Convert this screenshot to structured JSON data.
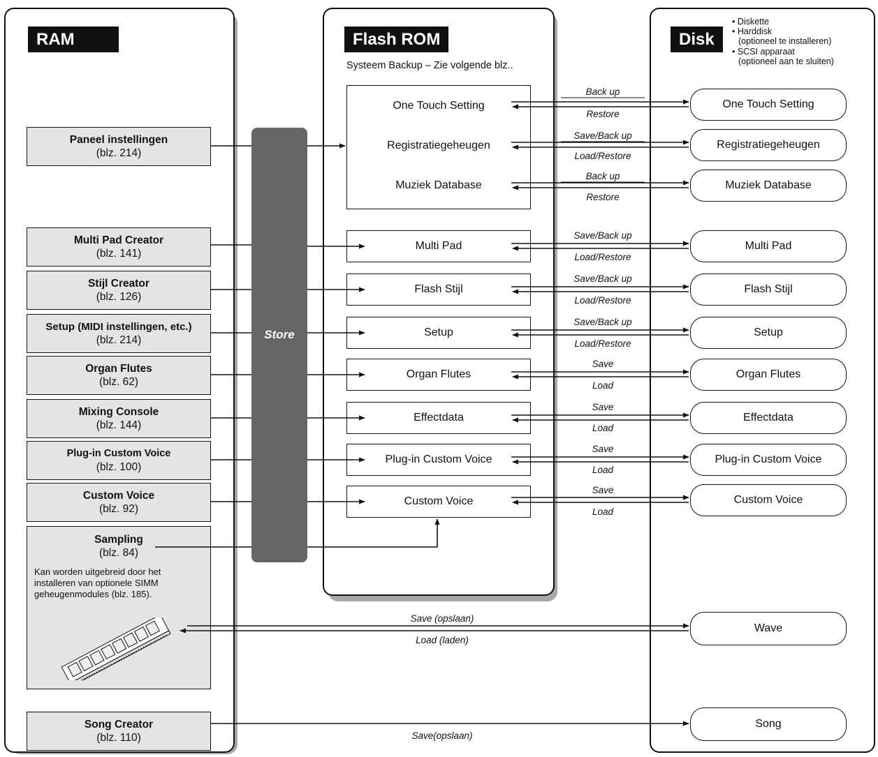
{
  "ram": {
    "title": "RAM",
    "items": [
      {
        "name": "Paneel instellingen",
        "page": "(blz. 214)"
      },
      {
        "name": "Multi Pad Creator",
        "page": "(blz. 141)"
      },
      {
        "name": "Stijl Creator",
        "page": "(blz. 126)"
      },
      {
        "name": "Setup (MIDI instellingen, etc.)",
        "page": "(blz. 214)"
      },
      {
        "name": "Organ Flutes",
        "page": "(blz. 62)"
      },
      {
        "name": "Mixing Console",
        "page": "(blz. 144)"
      },
      {
        "name": "Plug-in Custom Voice",
        "page": "(blz. 100)"
      },
      {
        "name": "Custom Voice",
        "page": "(blz. 92)"
      },
      {
        "name": "Sampling",
        "page": "(blz. 84)",
        "note": "Kan worden uitgebreid door het installeren van optionele SIMM geheugenmodules (blz. 185)."
      },
      {
        "name": "Song Creator",
        "page": "(blz. 110)"
      }
    ]
  },
  "store": "Store",
  "flash": {
    "title": "Flash ROM",
    "subtitle": "Systeem Backup – Zie volgende blz..",
    "group": [
      "One Touch Setting",
      "Registratiegeheugen",
      "Muziek Database"
    ],
    "items": [
      "Multi Pad",
      "Flash Stijl",
      "Setup",
      "Organ Flutes",
      "Effectdata",
      "Plug-in Custom Voice",
      "Custom Voice"
    ]
  },
  "disk": {
    "title": "Disk",
    "bullets": [
      "• Diskette",
      "• Harddisk",
      "(optioneel te installeren)",
      "• SCSI apparaat",
      "(optioneel aan te sluiten)"
    ],
    "items": [
      "One Touch Setting",
      "Registratiegeheugen",
      "Muziek Database",
      "Multi Pad",
      "Flash Stijl",
      "Setup",
      "Organ Flutes",
      "Effectdata",
      "Plug-in Custom Voice",
      "Custom Voice",
      "Wave",
      "Song"
    ]
  },
  "labels": {
    "backup": "Back up",
    "restore": "Restore",
    "save_backup": "Save/Back up",
    "load_restore": "Load/Restore",
    "save": "Save",
    "load": "Load",
    "save_opslaan": "Save (opslaan)",
    "load_laden": "Load (laden)",
    "save_opslaan_song": "Save(opslaan)"
  }
}
